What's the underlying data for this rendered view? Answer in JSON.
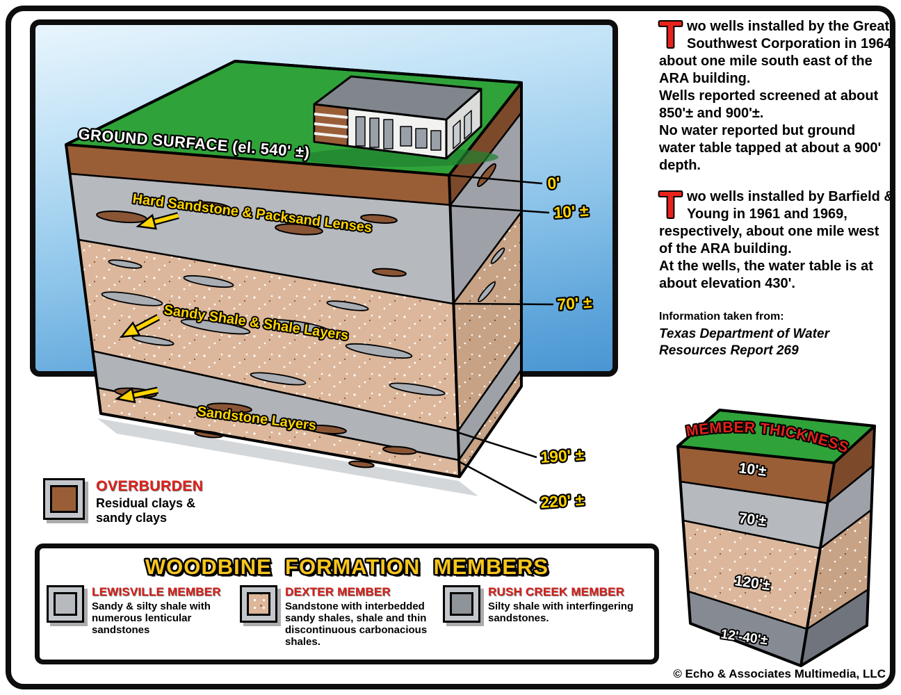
{
  "colors": {
    "accent_red": "#e0211b",
    "label_yellow": "#ffd400",
    "title_gold": "#f7c51d",
    "grass_green": "#2fa339",
    "overburden_brown": "#9a5e37",
    "lewisville_gray": "#b6b9be",
    "dexter_tan": "#dcb79b",
    "rush_creek_gray": "#8f949b",
    "sky_blue": "#57a0d8"
  },
  "frame": {
    "copyright": "© Echo & Associates Multimedia, LLC"
  },
  "main_diagram": {
    "ground_surface_label": "GROUND SURFACE (el. 540' ±)",
    "layers": {
      "hard_sandstone": "Hard Sandstone & Packsand Lenses",
      "sandy_shale": "Sandy Shale & Shale Layers",
      "sandstone": "Sandstone Layers"
    },
    "depth_markers": [
      "0'",
      "10' ±",
      "70' ±",
      "190' ±",
      "220' ±"
    ]
  },
  "wells_text": {
    "para1": {
      "dropcap": "T",
      "text": "wo wells installed by the Great Southwest Corporation in 1964 about one mile south east of the ARA building.\nWells reported screened at about 850'± and 900'±.\nNo water reported but ground water table tapped at about a 900' depth."
    },
    "para2": {
      "dropcap": "T",
      "text": "wo wells installed by Barfield & Young in 1961 and 1969, respectively, about one mile west of the ARA building.\nAt the wells, the water table is at about elevation 430'."
    },
    "source_label": "Information taken from:",
    "source_title": "Texas Department of Water\nResources Report 269"
  },
  "member_thickness": {
    "title": "MEMBER THICKNESS",
    "values": [
      "10'±",
      "70'±",
      "120'±",
      "12'-40'±"
    ]
  },
  "overburden_legend": {
    "title": "OVERBURDEN",
    "description": "Residual clays &\nsandy clays"
  },
  "woodbine_panel": {
    "title": "WOODBINE  FORMATION  MEMBERS",
    "members": [
      {
        "name": "LEWISVILLE MEMBER",
        "swatch": "gray",
        "description": "Sandy & silty shale with\nnumerous lenticular\nsandstones"
      },
      {
        "name": "DEXTER MEMBER",
        "swatch": "speckled-tan",
        "description": "Sandstone with interbedded\nsandy shales, shale and thin\ndiscontinuous carbonacious\nshales."
      },
      {
        "name": "RUSH CREEK MEMBER",
        "swatch": "dark-gray",
        "description": "Silty shale with interfingering\nsandstones."
      }
    ]
  }
}
